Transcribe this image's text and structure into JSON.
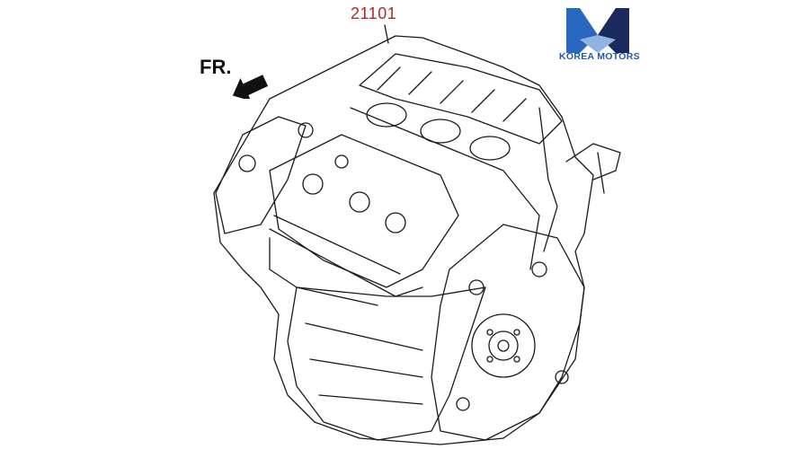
{
  "diagram": {
    "part_number": "21101",
    "direction_label": "FR.",
    "colors": {
      "part_number": "#b22a2a",
      "line": "#1a1a1a",
      "logo_blue": "#1f5aa8",
      "logo_navy": "#1b2a5c"
    }
  },
  "brand": {
    "name": "KOREA MOTORS",
    "logo_icon": "km-logo-icon"
  }
}
